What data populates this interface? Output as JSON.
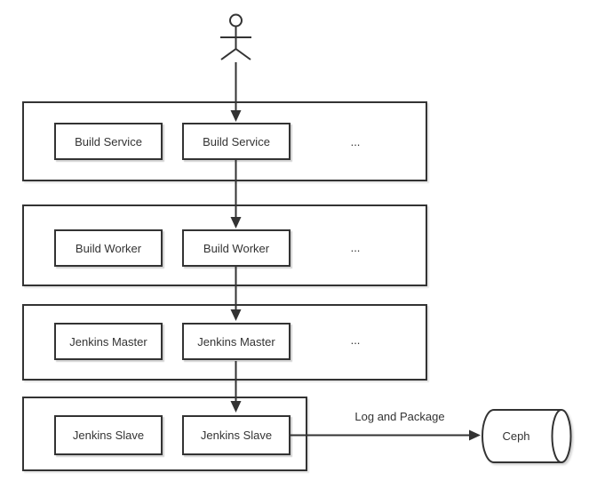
{
  "diagram": {
    "background_color": "#ffffff",
    "stroke_color": "#333333",
    "text_color": "#333333",
    "actor": {
      "icon": "stick-figure-actor"
    },
    "tiers": [
      {
        "id": "build-service",
        "nodes": [
          "Build Service",
          "Build Service"
        ],
        "more": "..."
      },
      {
        "id": "build-worker",
        "nodes": [
          "Build Worker",
          "Build Worker"
        ],
        "more": "..."
      },
      {
        "id": "jenkins-master",
        "nodes": [
          "Jenkins Master",
          "Jenkins Master"
        ],
        "more": "..."
      },
      {
        "id": "jenkins-slave",
        "nodes": [
          "Jenkins Slave",
          "Jenkins Slave"
        ]
      }
    ],
    "edges": [
      {
        "from": "actor",
        "to": "build-service"
      },
      {
        "from": "build-service",
        "to": "build-worker"
      },
      {
        "from": "build-worker",
        "to": "jenkins-master"
      },
      {
        "from": "jenkins-master",
        "to": "jenkins-slave"
      },
      {
        "from": "jenkins-slave",
        "to": "ceph",
        "label": "Log and Package"
      }
    ],
    "datastore": {
      "label": "Ceph",
      "icon": "cylinder-datastore"
    }
  }
}
